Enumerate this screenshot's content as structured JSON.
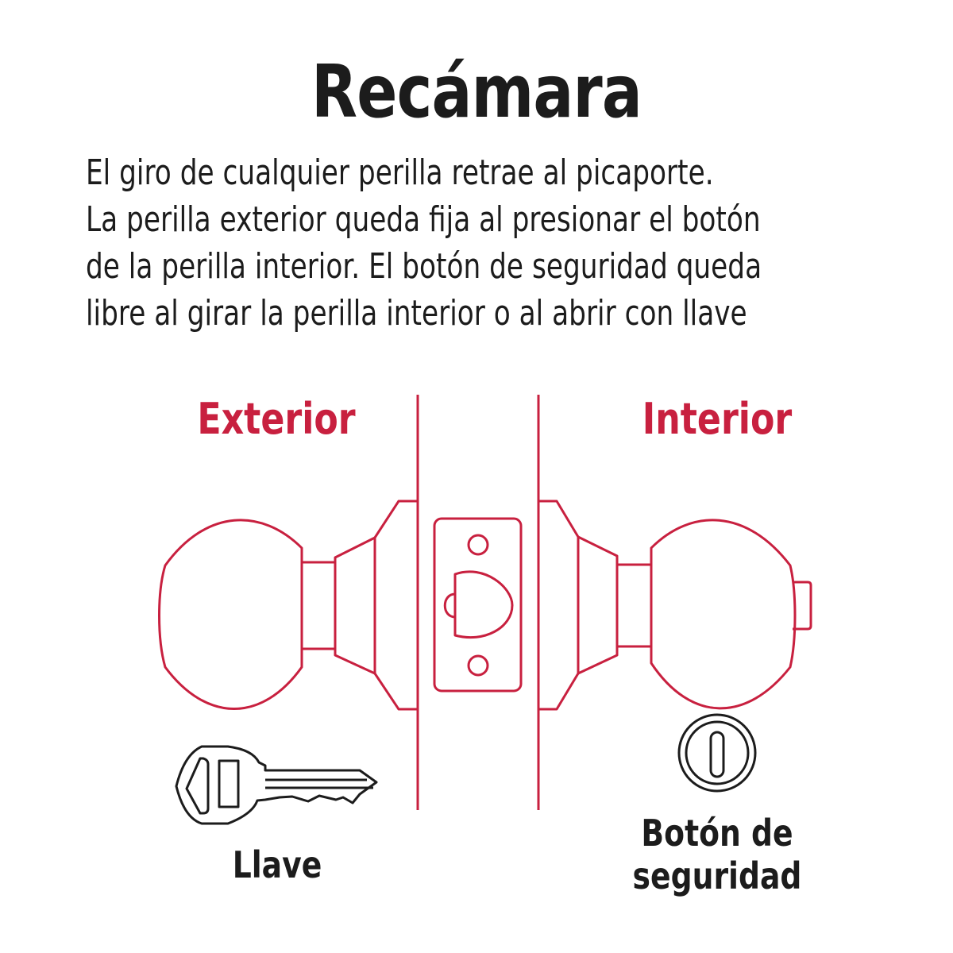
{
  "title": "Recámara",
  "description": {
    "lines": [
      "El giro de cualquier perilla retrae al picaporte.",
      "La perilla exterior queda fija al presionar el botón",
      "de la perilla interior. El botón de seguridad queda",
      "libre al girar la perilla interior o al abrir con llave"
    ]
  },
  "diagram": {
    "exterior_label": "Exterior",
    "interior_label": "Interior",
    "components": [
      "exterior-knob",
      "door-edge-left",
      "latch-faceplate",
      "door-edge-right",
      "interior-knob-with-push-button"
    ]
  },
  "icons": {
    "key": {
      "icon": "key-icon",
      "label": "Llave"
    },
    "button": {
      "icon": "security-button-icon",
      "label_line1": "Botón de",
      "label_line2": "seguridad"
    }
  },
  "colors": {
    "accent_red": "#c8203f",
    "text_dark": "#1c1c1c",
    "background": "#ffffff"
  }
}
